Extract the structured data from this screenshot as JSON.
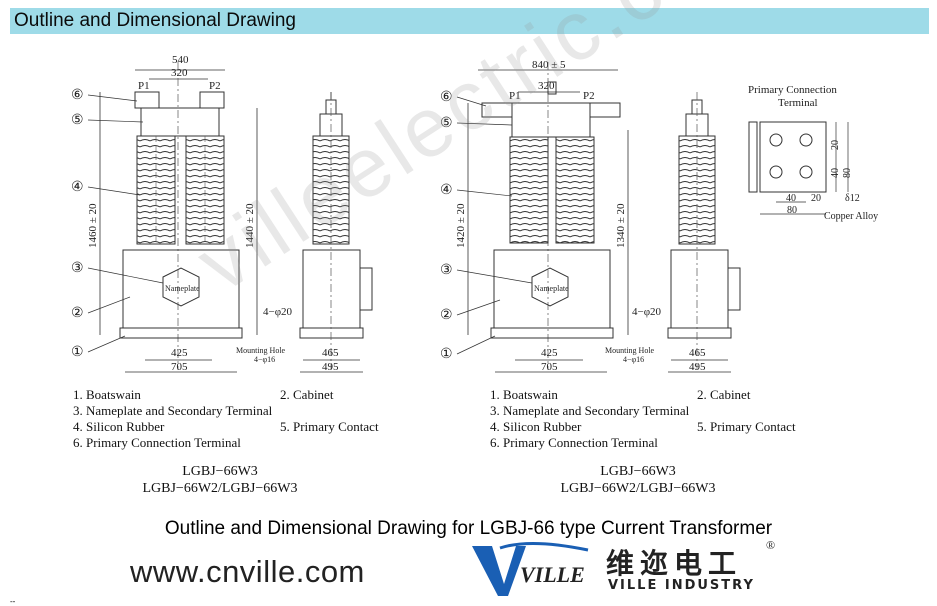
{
  "header": {
    "title": "Outline and Dimensional Drawing"
  },
  "drawing_left": {
    "dims": {
      "total_width": "540",
      "terminal_spacing": "320",
      "height_total": "1460 ± 20",
      "height_inner": "1440 ± 20",
      "base_inner": "425",
      "base_outer": "705",
      "side_inner": "465",
      "side_outer": "495",
      "bolt": "4−φ20",
      "mounting_hole_label": "Mounting Hole",
      "mounting_hole_size": "4−φ16"
    },
    "terminals": {
      "p1": "P1",
      "p2": "P2"
    },
    "nameplate": "Nameplate",
    "callouts": [
      "⑥",
      "⑤",
      "④",
      "③",
      "②",
      "①"
    ],
    "legend": [
      "1. Boatswain",
      "2. Cabinet",
      "3. Nameplate and Secondary Terminal",
      "4. Silicon Rubber",
      "5. Primary Contact",
      "6. Primary Connection Terminal"
    ],
    "models": [
      "LGBJ−66W3",
      "LGBJ−66W2/LGBJ−66W3"
    ]
  },
  "drawing_right": {
    "dims": {
      "total_width": "840 ± 5",
      "terminal_spacing": "320",
      "height_total": "1420 ± 20",
      "height_inner": "1340 ± 20",
      "base_inner": "425",
      "base_outer": "705",
      "side_inner": "465",
      "side_outer": "495",
      "bolt": "4−φ20",
      "mounting_hole_label": "Mounting Hole",
      "mounting_hole_size": "4−φ16"
    },
    "terminals": {
      "p1": "P1",
      "p2": "P2"
    },
    "nameplate": "Nameplate",
    "callouts": [
      "⑥",
      "⑤",
      "④",
      "③",
      "②",
      "①"
    ],
    "legend": [
      "1. Boatswain",
      "2. Cabinet",
      "3. Nameplate and Secondary Terminal",
      "4. Silicon Rubber",
      "5. Primary Contact",
      "6. Primary Connection Terminal"
    ],
    "models": [
      "LGBJ−66W3",
      "LGBJ−66W2/LGBJ−66W3"
    ]
  },
  "connection_detail": {
    "title_line1": "Primary Connection",
    "title_line2": "Terminal",
    "dims": {
      "d20_top": "20",
      "d40": "40",
      "d80_v": "80",
      "d40_h": "40",
      "d20_h": "20",
      "d80_h": "80",
      "thickness": "δ12"
    },
    "material": "Copper Alloy"
  },
  "caption": "Outline and Dimensional Drawing for LGBJ-66 type Current Transformer",
  "footer": {
    "website": "www.cnville.com",
    "logo_cn": "维迩电工",
    "logo_en": "VILLE INDUSTRY",
    "logo_mark": "VILLE",
    "registered": "®"
  },
  "watermark": "villeelectric.com",
  "corner_mark": "--"
}
